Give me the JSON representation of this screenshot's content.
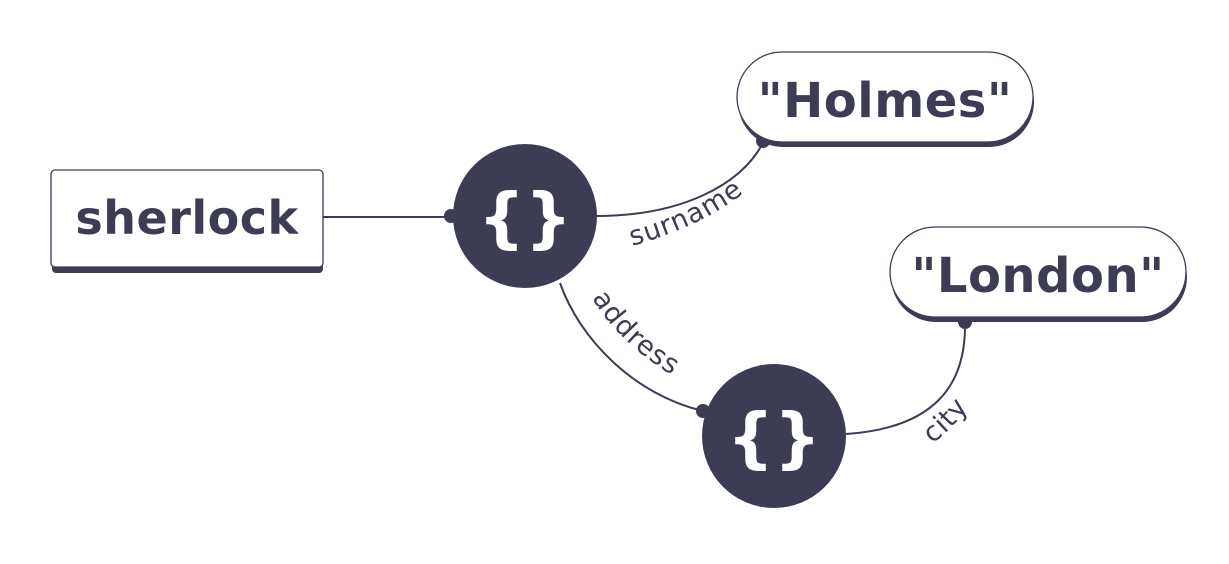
{
  "nodes": {
    "root_key": "sherlock",
    "object_icon": "{}",
    "surname_value": "\"Holmes\"",
    "city_value": "\"London\""
  },
  "edges": {
    "surname": "surname",
    "address": "address",
    "city": "city"
  },
  "colors": {
    "ink": "#3d3c55",
    "background": "#ffffff"
  }
}
